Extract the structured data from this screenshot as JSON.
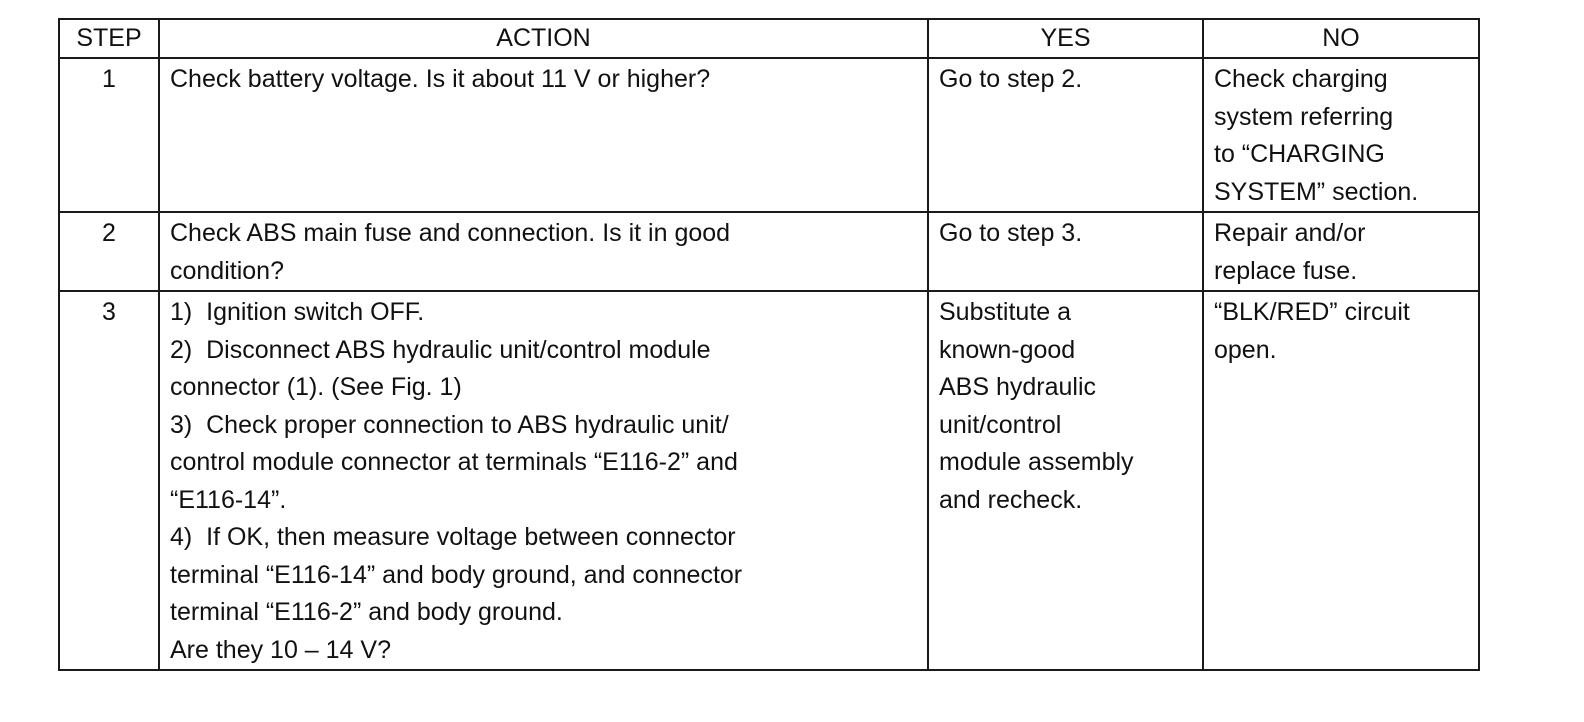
{
  "headers": {
    "step": "STEP",
    "action": "ACTION",
    "yes": "YES",
    "no": "NO"
  },
  "rows": [
    {
      "step": "1",
      "action": "Check battery voltage. Is it about 11 V or higher?",
      "yes": "Go to step 2.",
      "no_lines": [
        "Check charging",
        "system referring",
        "to “CHARGING",
        "SYSTEM” section."
      ]
    },
    {
      "step": "2",
      "action_lines": [
        "Check ABS main fuse and connection. Is it in good",
        "condition?"
      ],
      "yes": "Go to step 3.",
      "no_lines": [
        "Repair and/or",
        "replace fuse."
      ]
    },
    {
      "step": "3",
      "action_items": [
        [
          "1)  Ignition switch OFF."
        ],
        [
          "2)  Disconnect ABS hydraulic unit/control module",
          "connector (1). (See Fig. 1)"
        ],
        [
          "3)  Check proper connection to ABS hydraulic unit/",
          "control module connector at terminals “E116-2” and",
          "“E116-14”."
        ],
        [
          "4)  If OK, then measure voltage between connector",
          "terminal “E116-14” and body ground, and connector",
          "terminal “E116-2” and body ground."
        ]
      ],
      "action_question": "Are they 10 – 14 V?",
      "yes_lines": [
        "Substitute a",
        "known-good",
        "ABS hydraulic",
        "unit/control",
        "module assembly",
        "and recheck."
      ],
      "no_lines": [
        "“BLK/RED” circuit",
        "open."
      ]
    }
  ]
}
